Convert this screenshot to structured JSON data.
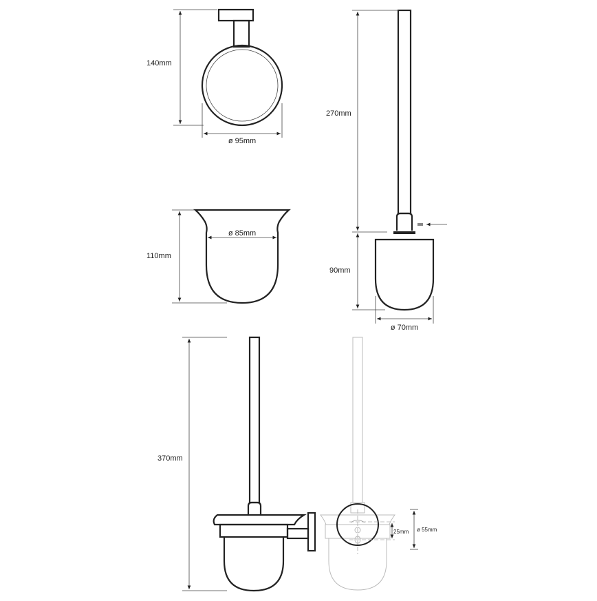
{
  "dimensions": {
    "ring_height": "140mm",
    "ring_diameter": "ø 95mm",
    "cup_height": "110mm",
    "cup_diameter": "ø 85mm",
    "brush_handle_length": "270mm",
    "brush_head_height": "90mm",
    "brush_head_diameter": "ø 70mm",
    "total_height": "370mm",
    "rosette_offset": "25mm",
    "rosette_diameter": "ø 55mm"
  },
  "colors": {
    "line": "#222222",
    "faint": "#bbbbbb"
  }
}
